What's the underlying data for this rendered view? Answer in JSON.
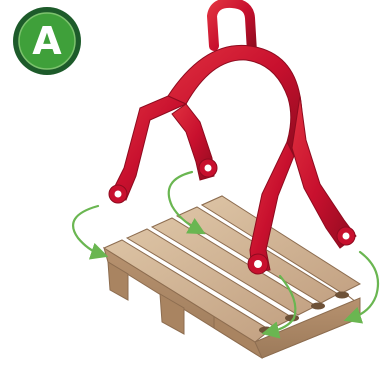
{
  "step_badge": {
    "letter": "A"
  },
  "colors": {
    "badge_outer": "#1d5b2a",
    "badge_inner": "#3fa03a",
    "lifting_frame": "#c8102e",
    "pallet": "#c9a987",
    "arrows": "#6ab651"
  },
  "icons": [
    "lifting-frame",
    "pallet",
    "placement-arrow"
  ]
}
